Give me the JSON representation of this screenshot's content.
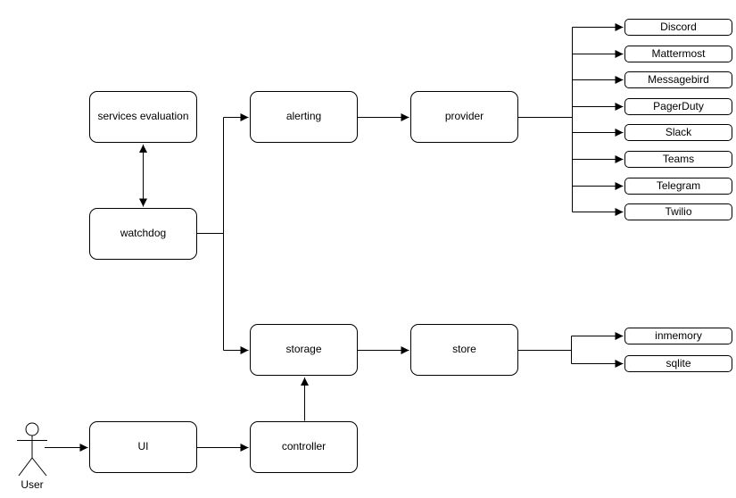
{
  "diagram": {
    "nodes": {
      "services_evaluation": {
        "label": "services evaluation"
      },
      "watchdog": {
        "label": "watchdog"
      },
      "alerting": {
        "label": "alerting"
      },
      "provider": {
        "label": "provider"
      },
      "storage": {
        "label": "storage"
      },
      "store": {
        "label": "store"
      },
      "ui": {
        "label": "UI"
      },
      "controller": {
        "label": "controller"
      }
    },
    "provider_targets": [
      "Discord",
      "Mattermost",
      "Messagebird",
      "PagerDuty",
      "Slack",
      "Teams",
      "Telegram",
      "Twilio"
    ],
    "store_targets": [
      "inmemory",
      "sqlite"
    ],
    "actor": {
      "label": "User"
    },
    "colors": {
      "stroke": "#000000",
      "fill": "#ffffff",
      "text": "#000000"
    }
  }
}
